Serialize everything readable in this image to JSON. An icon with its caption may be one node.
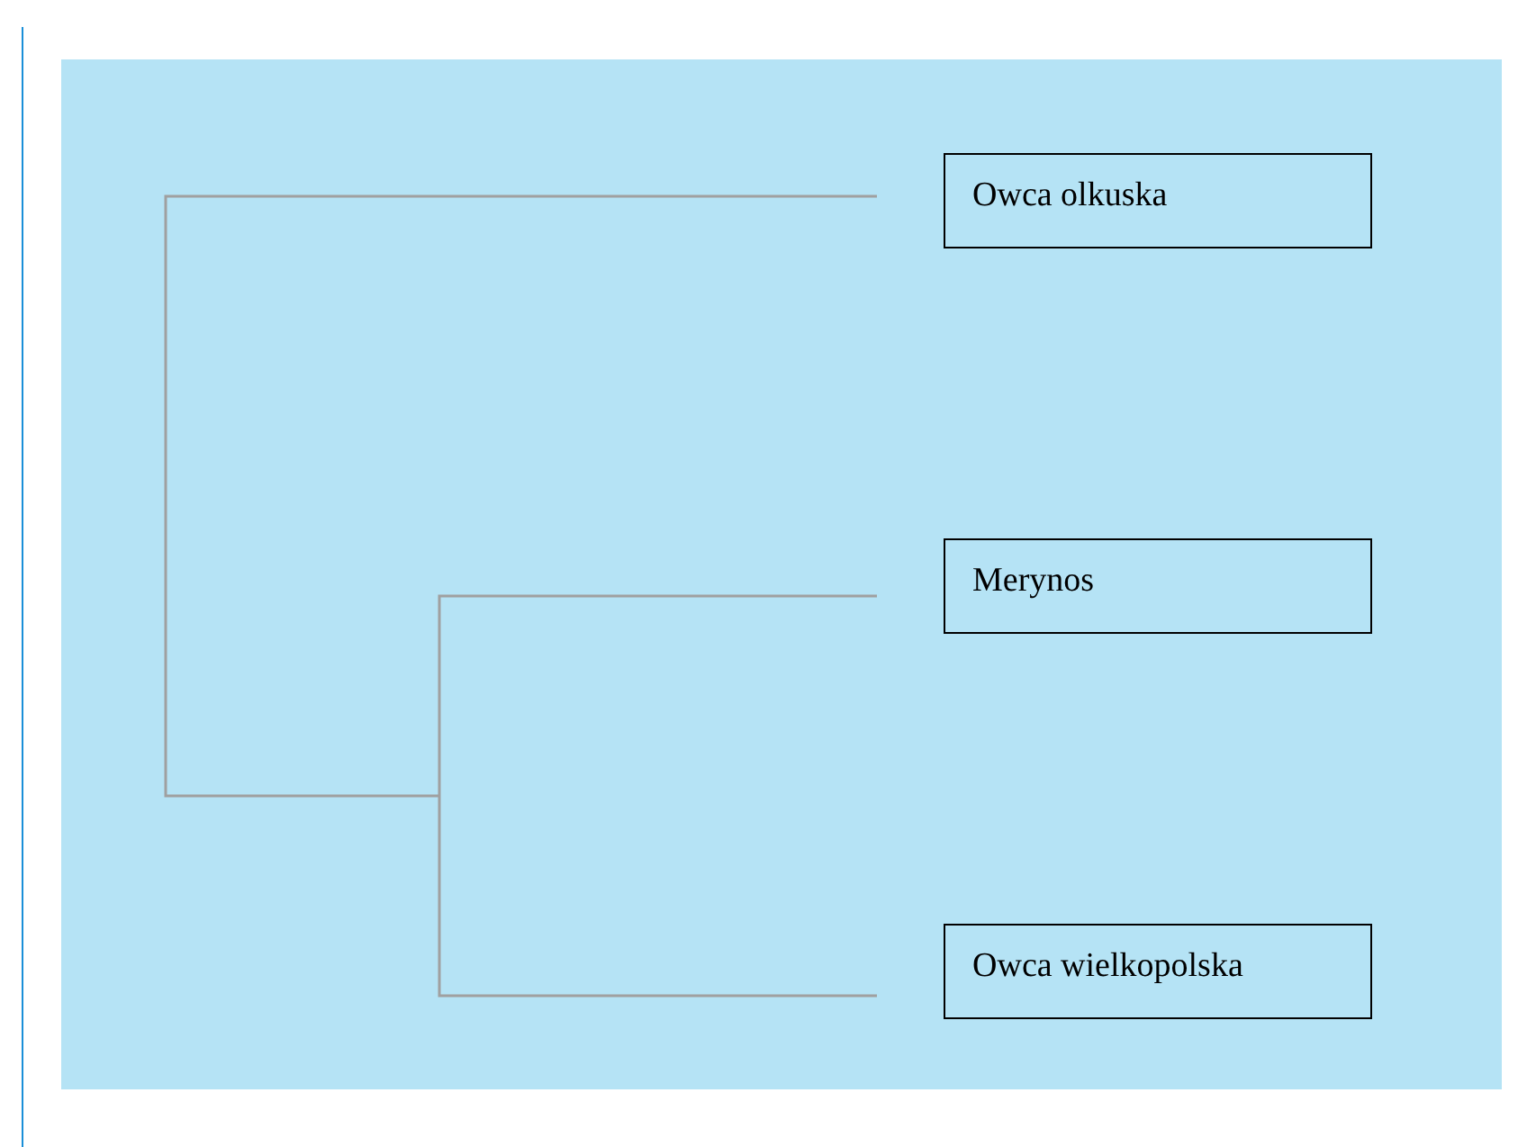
{
  "diagram": {
    "nodes": [
      {
        "text": [
          "Owca olkuska"
        ]
      },
      {
        "text": [
          "Merynos"
        ]
      },
      {
        "text": [
          "Owca wielkopolska"
        ]
      }
    ]
  }
}
